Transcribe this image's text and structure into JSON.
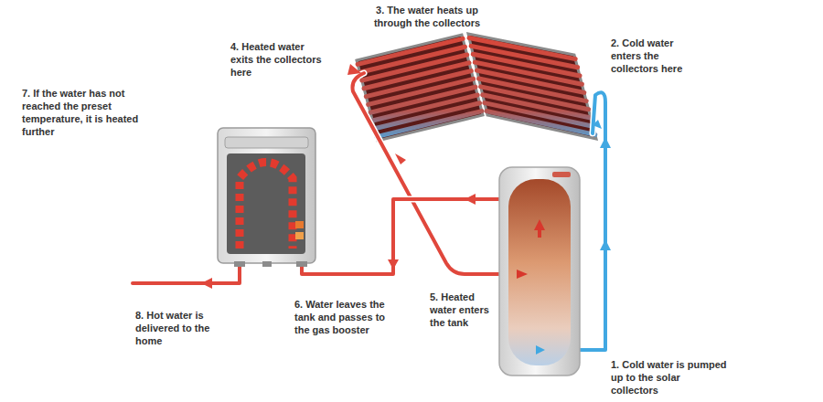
{
  "diagram": {
    "labels": [
      "3. The water heats up through the collectors",
      "4. Heated water exits the collectors here",
      "2. Cold water enters the collectors here",
      "7. If the water has not reached the preset temperature, it is heated further",
      "5. Heated water enters the tank",
      "8. Hot water is delivered to the home",
      "6. Water leaves the tank and passes to the gas booster",
      "1. Cold water is pumped up to the solar collectors"
    ]
  }
}
